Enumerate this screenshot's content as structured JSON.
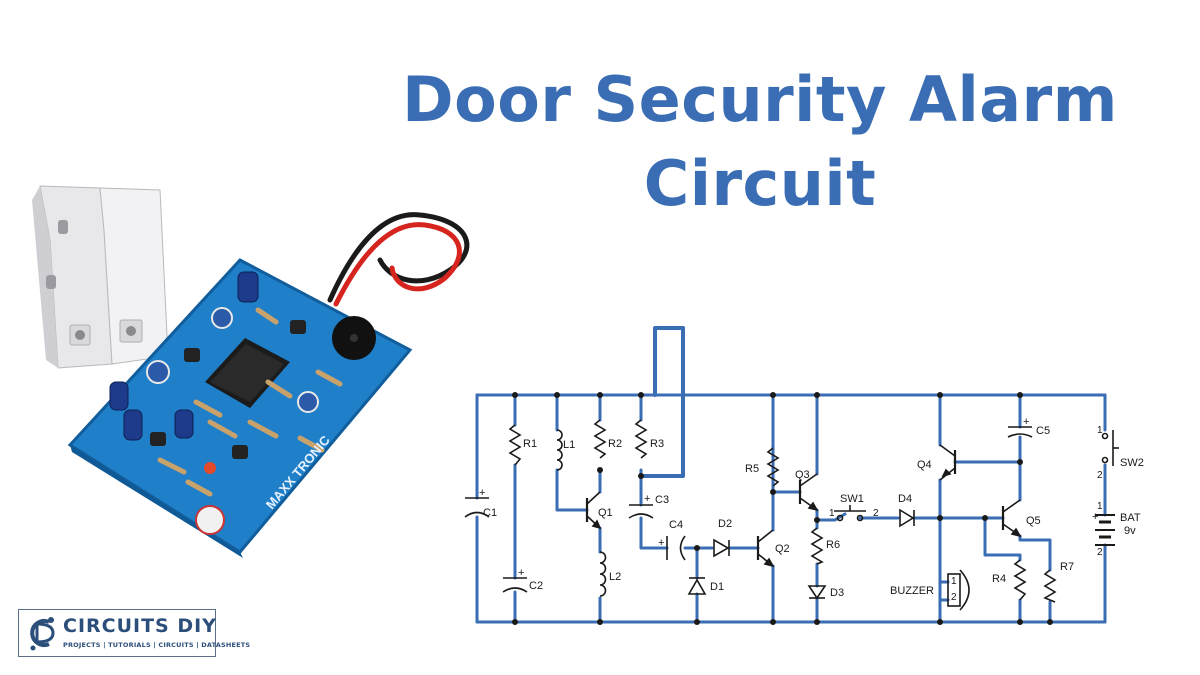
{
  "title": {
    "line1": "Door Security Alarm",
    "line2": "Circuit"
  },
  "colors": {
    "title": "#3a6db3",
    "wire": "#3a6db3",
    "pcb": "#1f7fc9",
    "logo": "#2c4e7b"
  },
  "photo": {
    "board_brand": "MAXX TRONIC"
  },
  "schematic": {
    "labels": {
      "r1": "R1",
      "r2": "R2",
      "r3": "R3",
      "r4": "R4",
      "r5": "R5",
      "r6": "R6",
      "r7": "R7",
      "l1": "L1",
      "l2": "L2",
      "c1": "C1",
      "c2": "C2",
      "c3": "C3",
      "c4": "C4",
      "c5": "C5",
      "q1": "Q1",
      "q2": "Q2",
      "q3": "Q3",
      "q4": "Q4",
      "q5": "Q5",
      "d1": "D1",
      "d2": "D2",
      "d3": "D3",
      "d4": "D4",
      "sw1": "SW1",
      "sw2": "SW2",
      "sw1_pin1": "1",
      "sw1_pin2": "2",
      "sw2_pin1": "1",
      "sw2_pin2": "2",
      "buzzer": "BUZZER",
      "buzzer_pin1": "1",
      "buzzer_pin2": "2",
      "bat": "BAT",
      "bat_voltage": "9v",
      "bat_pin1": "1",
      "bat_pin2": "2"
    }
  },
  "logo": {
    "name": "CIRCUITS DIY",
    "tagline": "PROJECTS | TUTORIALS | CIRCUITS | DATASHEETS"
  }
}
